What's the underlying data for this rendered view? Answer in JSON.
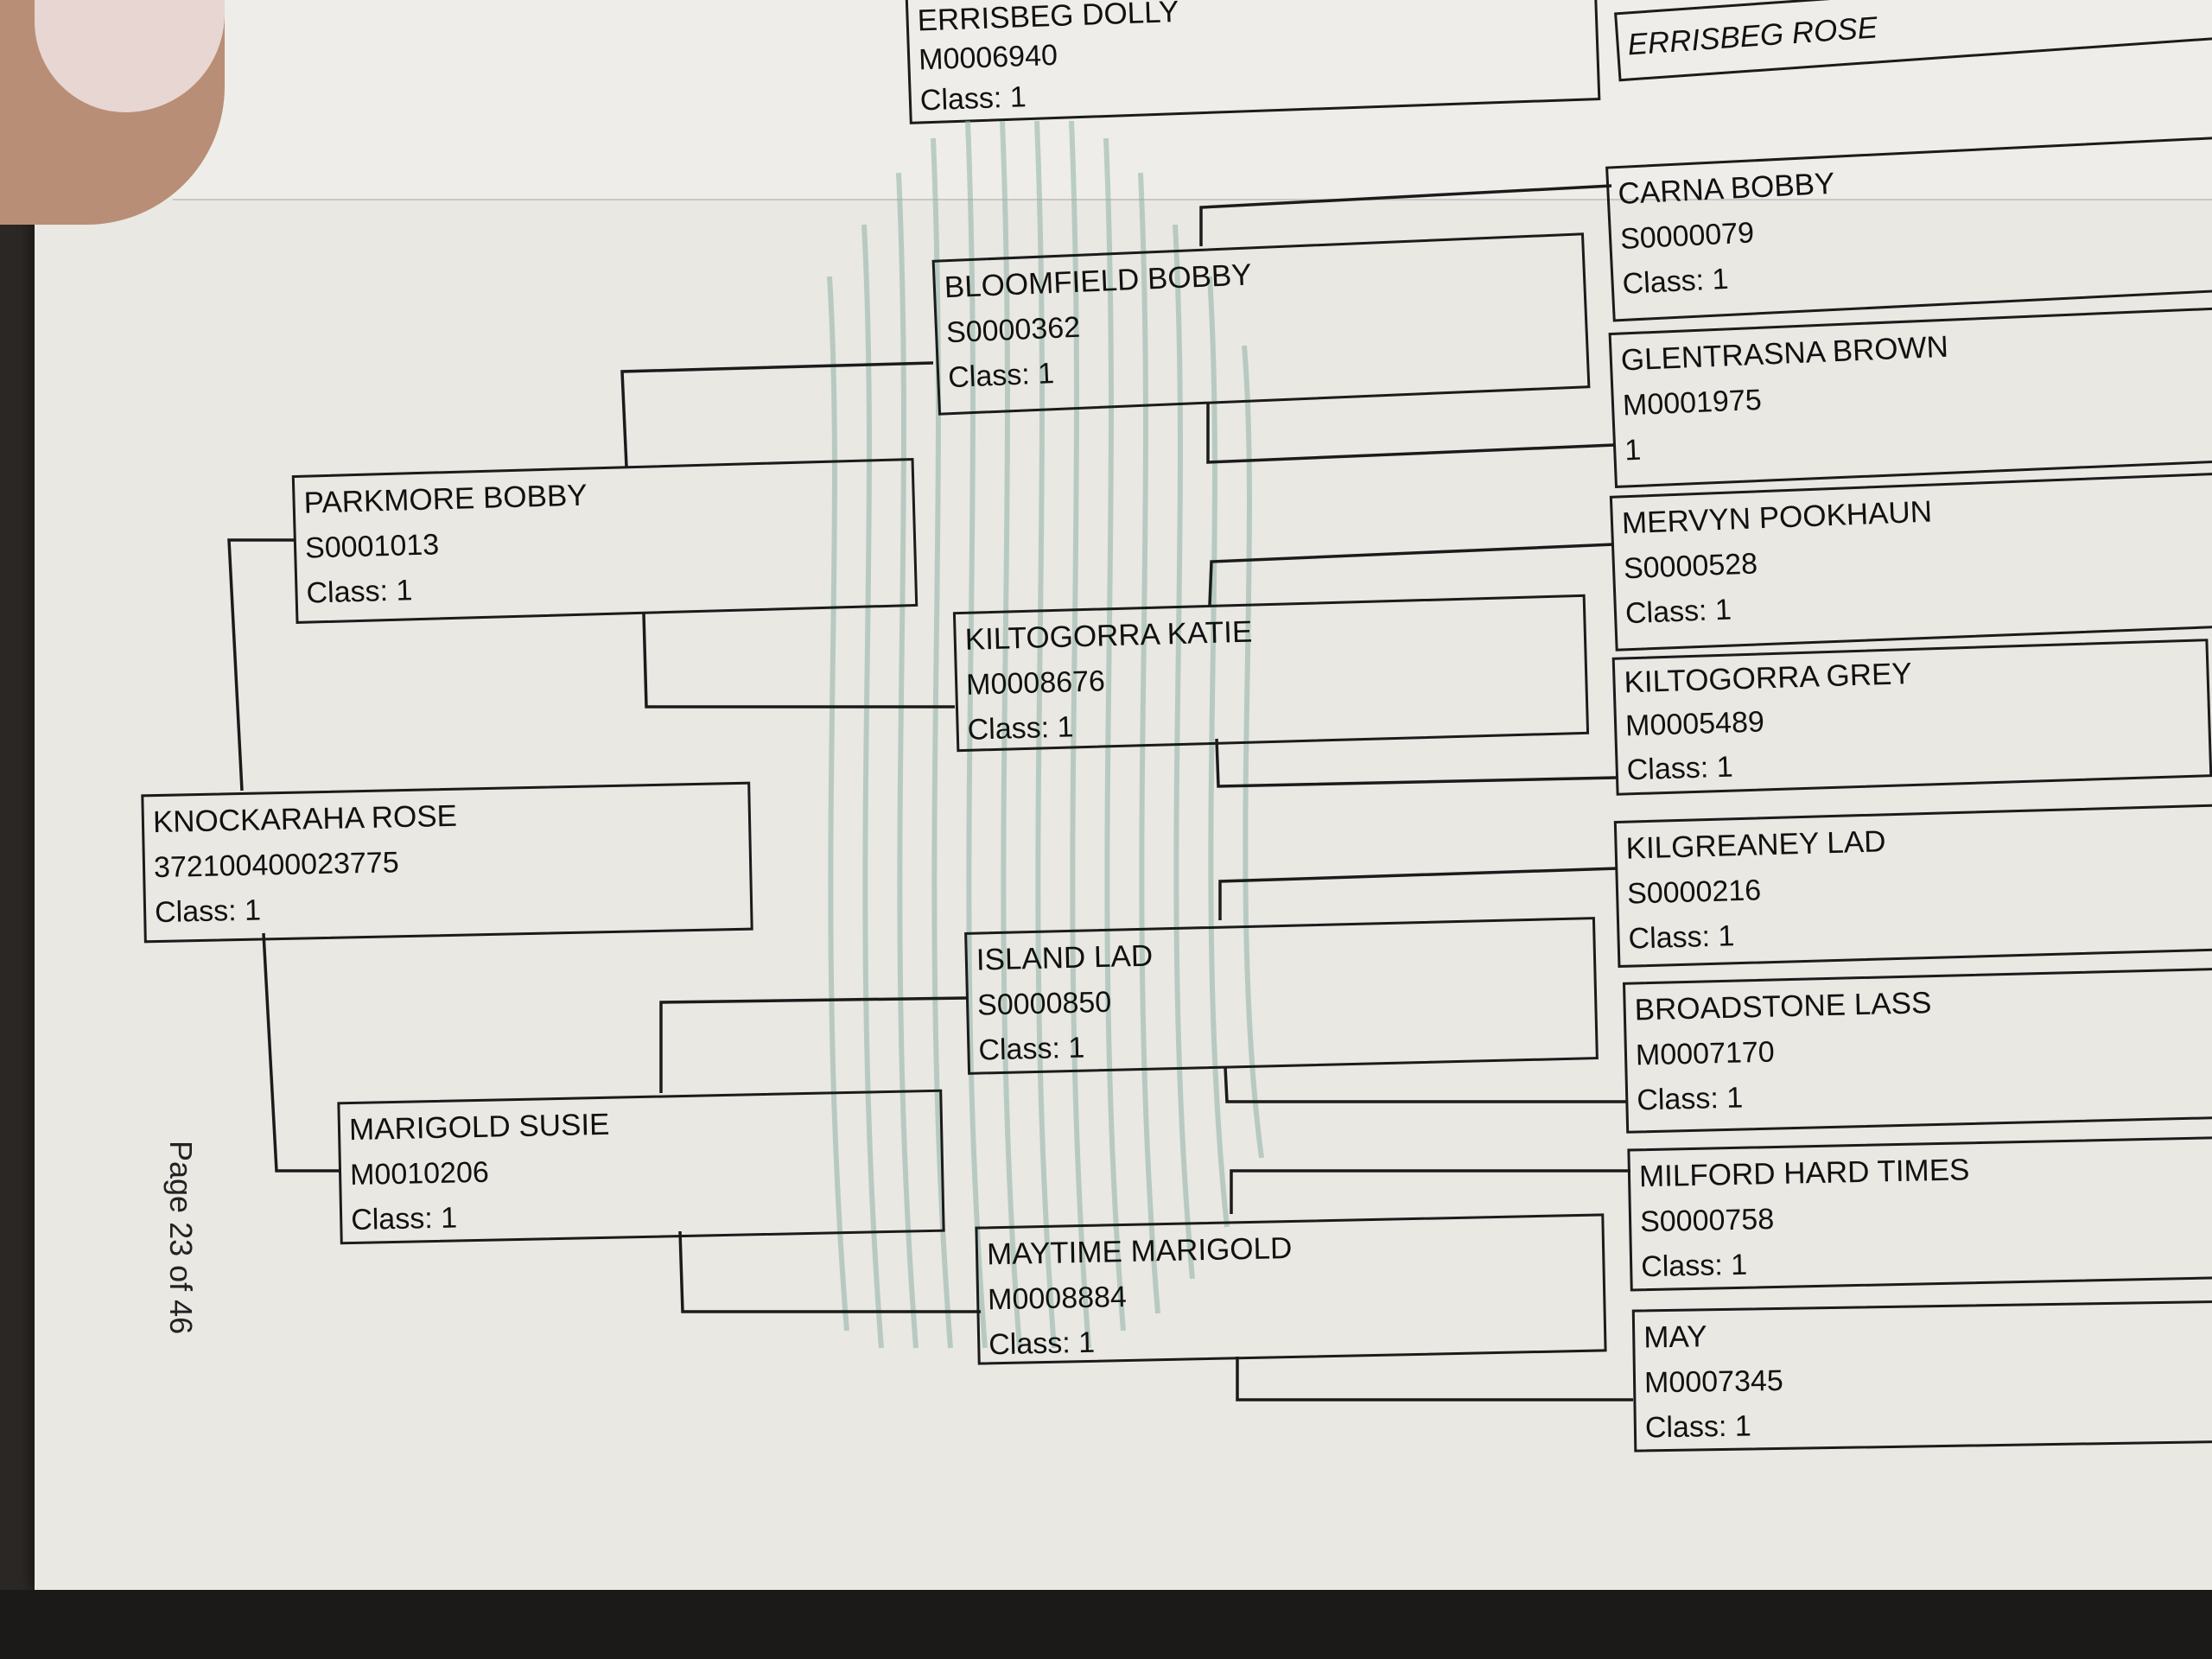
{
  "top_sheet": {
    "mid_box": {
      "name": "ERRISBEG DOLLY",
      "id": "M0006940",
      "class": "Class: 1"
    },
    "right_box": {
      "name": "ERRISBEG ROSE"
    }
  },
  "pedigree": {
    "subject": {
      "name": "KNOCKARAHA ROSE",
      "id": "372100400023775",
      "class": "Class: 1"
    },
    "sire": {
      "name": "PARKMORE BOBBY",
      "id": "S0001013",
      "class": "Class: 1"
    },
    "dam": {
      "name": "MARIGOLD SUSIE",
      "id": "M0010206",
      "class": "Class: 1"
    },
    "sire_sire": {
      "name": "BLOOMFIELD BOBBY",
      "id": "S0000362",
      "class": "Class: 1"
    },
    "sire_dam": {
      "name": "KILTOGORRA KATIE",
      "id": "M0008676",
      "class": "Class: 1"
    },
    "dam_sire": {
      "name": "ISLAND LAD",
      "id": "S0000850",
      "class": "Class: 1"
    },
    "dam_dam": {
      "name": "MAYTIME MARIGOLD",
      "id": "M0008884",
      "class": "Class: 1"
    },
    "ggp": [
      {
        "name": "CARNA BOBBY",
        "id": "S0000079",
        "class": "Class: 1"
      },
      {
        "name": "GLENTRASNA BROWN",
        "id": "M0001975",
        "class": "1"
      },
      {
        "name": "MERVYN  POOKHAUN",
        "id": "S0000528",
        "class": "Class: 1"
      },
      {
        "name": "KILTOGORRA GREY",
        "id": "M0005489",
        "class": "Class: 1"
      },
      {
        "name": "KILGREANEY LAD",
        "id": "S0000216",
        "class": "Class: 1"
      },
      {
        "name": "BROADSTONE LASS",
        "id": "M0007170",
        "class": "Class: 1"
      },
      {
        "name": "MILFORD HARD TIMES",
        "id": "S0000758",
        "class": "Class: 1"
      },
      {
        "name": "MAY",
        "id": "M0007345",
        "class": "Class: 1"
      }
    ]
  },
  "footer": {
    "page_label": "Page 23 of 46"
  }
}
